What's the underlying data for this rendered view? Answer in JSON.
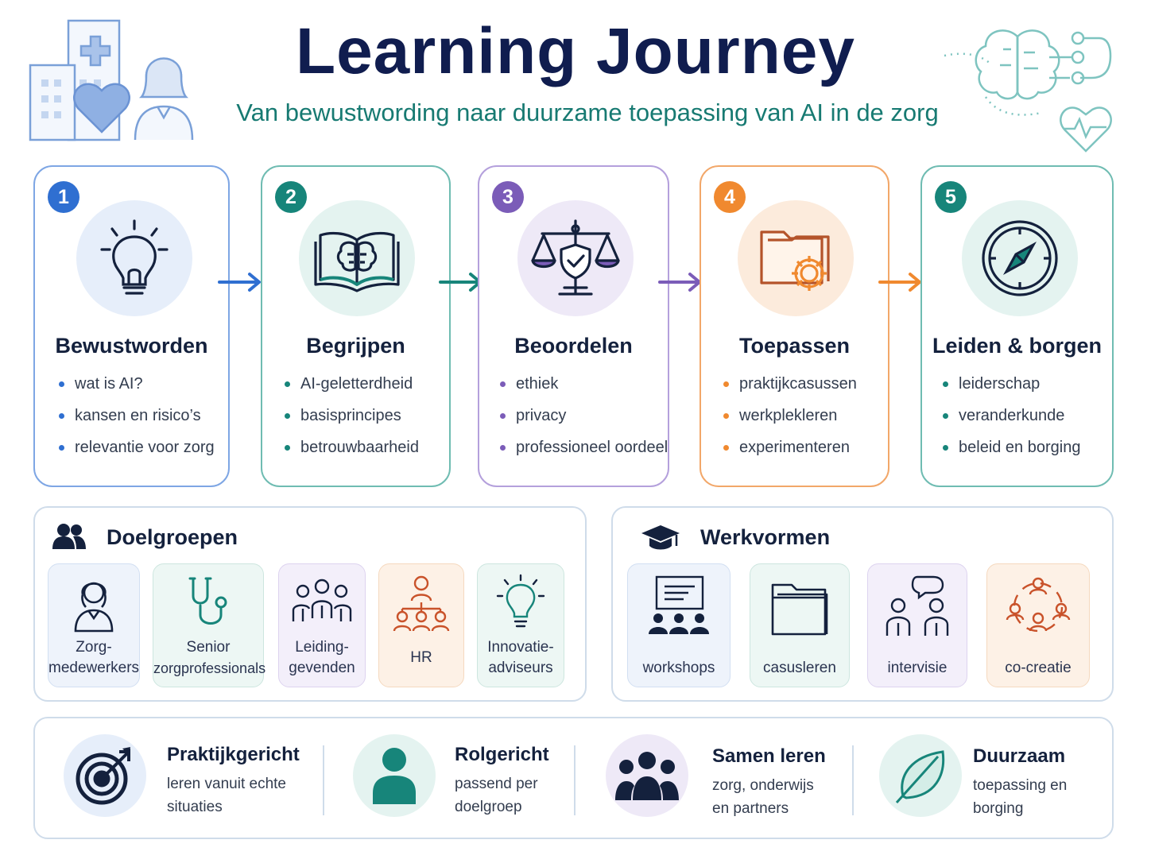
{
  "header": {
    "title": "Learning Journey",
    "subtitle": "Van bewustwording naar duurzame toepassing van AI in de zorg"
  },
  "colors": {
    "blue": "#2f6fd1",
    "teal": "#17857a",
    "purple": "#7b5cb8",
    "orange": "#f0892f",
    "navy": "#101d4f"
  },
  "steps": [
    {
      "number": "1",
      "title": "Bewustworden",
      "icon": "lightbulb-icon",
      "items": [
        "wat is AI?",
        "kansen en risico’s",
        "relevantie voor zorg"
      ]
    },
    {
      "number": "2",
      "title": "Begrijpen",
      "icon": "book-brain-icon",
      "items": [
        "AI-geletterdheid",
        "basisprincipes",
        "betrouwbaarheid"
      ]
    },
    {
      "number": "3",
      "title": "Beoordelen",
      "icon": "scales-shield-icon",
      "items": [
        "ethiek",
        "privacy",
        "professioneel oordeel"
      ]
    },
    {
      "number": "4",
      "title": "Toepassen",
      "icon": "folder-gear-icon",
      "items": [
        "praktijkcasussen",
        "werkplekleren",
        "experimenteren"
      ]
    },
    {
      "number": "5",
      "title": "Leiden & borgen",
      "icon": "compass-icon",
      "items": [
        "leiderschap",
        "veranderkunde",
        "beleid en borging"
      ]
    }
  ],
  "doelgroepen": {
    "title": "Doelgroepen",
    "items": [
      {
        "line1": "Zorg-",
        "line2": "medewerkers",
        "icon": "nurse-icon"
      },
      {
        "line1": "Senior",
        "line2": "zorgprofessionals",
        "icon": "stethoscope-icon"
      },
      {
        "line1": "Leiding-",
        "line2": "gevenden",
        "icon": "team-icon"
      },
      {
        "line1": "HR",
        "line2": "",
        "icon": "org-chart-icon"
      },
      {
        "line1": "Innovatie-",
        "line2": "adviseurs",
        "icon": "lightbulb-icon"
      }
    ]
  },
  "werkvormen": {
    "title": "Werkvormen",
    "items": [
      {
        "label": "workshops",
        "icon": "presentation-icon"
      },
      {
        "label": "casusleren",
        "icon": "folder-icon"
      },
      {
        "label": "intervisie",
        "icon": "discussion-icon"
      },
      {
        "label": "co-creatie",
        "icon": "collaboration-icon"
      }
    ]
  },
  "principles": [
    {
      "title": "Praktijkgericht",
      "line1": "leren vanuit echte",
      "line2": "situaties",
      "icon": "target-icon"
    },
    {
      "title": "Rolgericht",
      "line1": "passend per",
      "line2": "doelgroep",
      "icon": "person-icon"
    },
    {
      "title": "Samen leren",
      "line1": "zorg, onderwijs",
      "line2": "en partners",
      "icon": "group-icon"
    },
    {
      "title": "Duurzaam",
      "line1": "toepassing en",
      "line2": "borging",
      "icon": "leaf-icon"
    }
  ]
}
